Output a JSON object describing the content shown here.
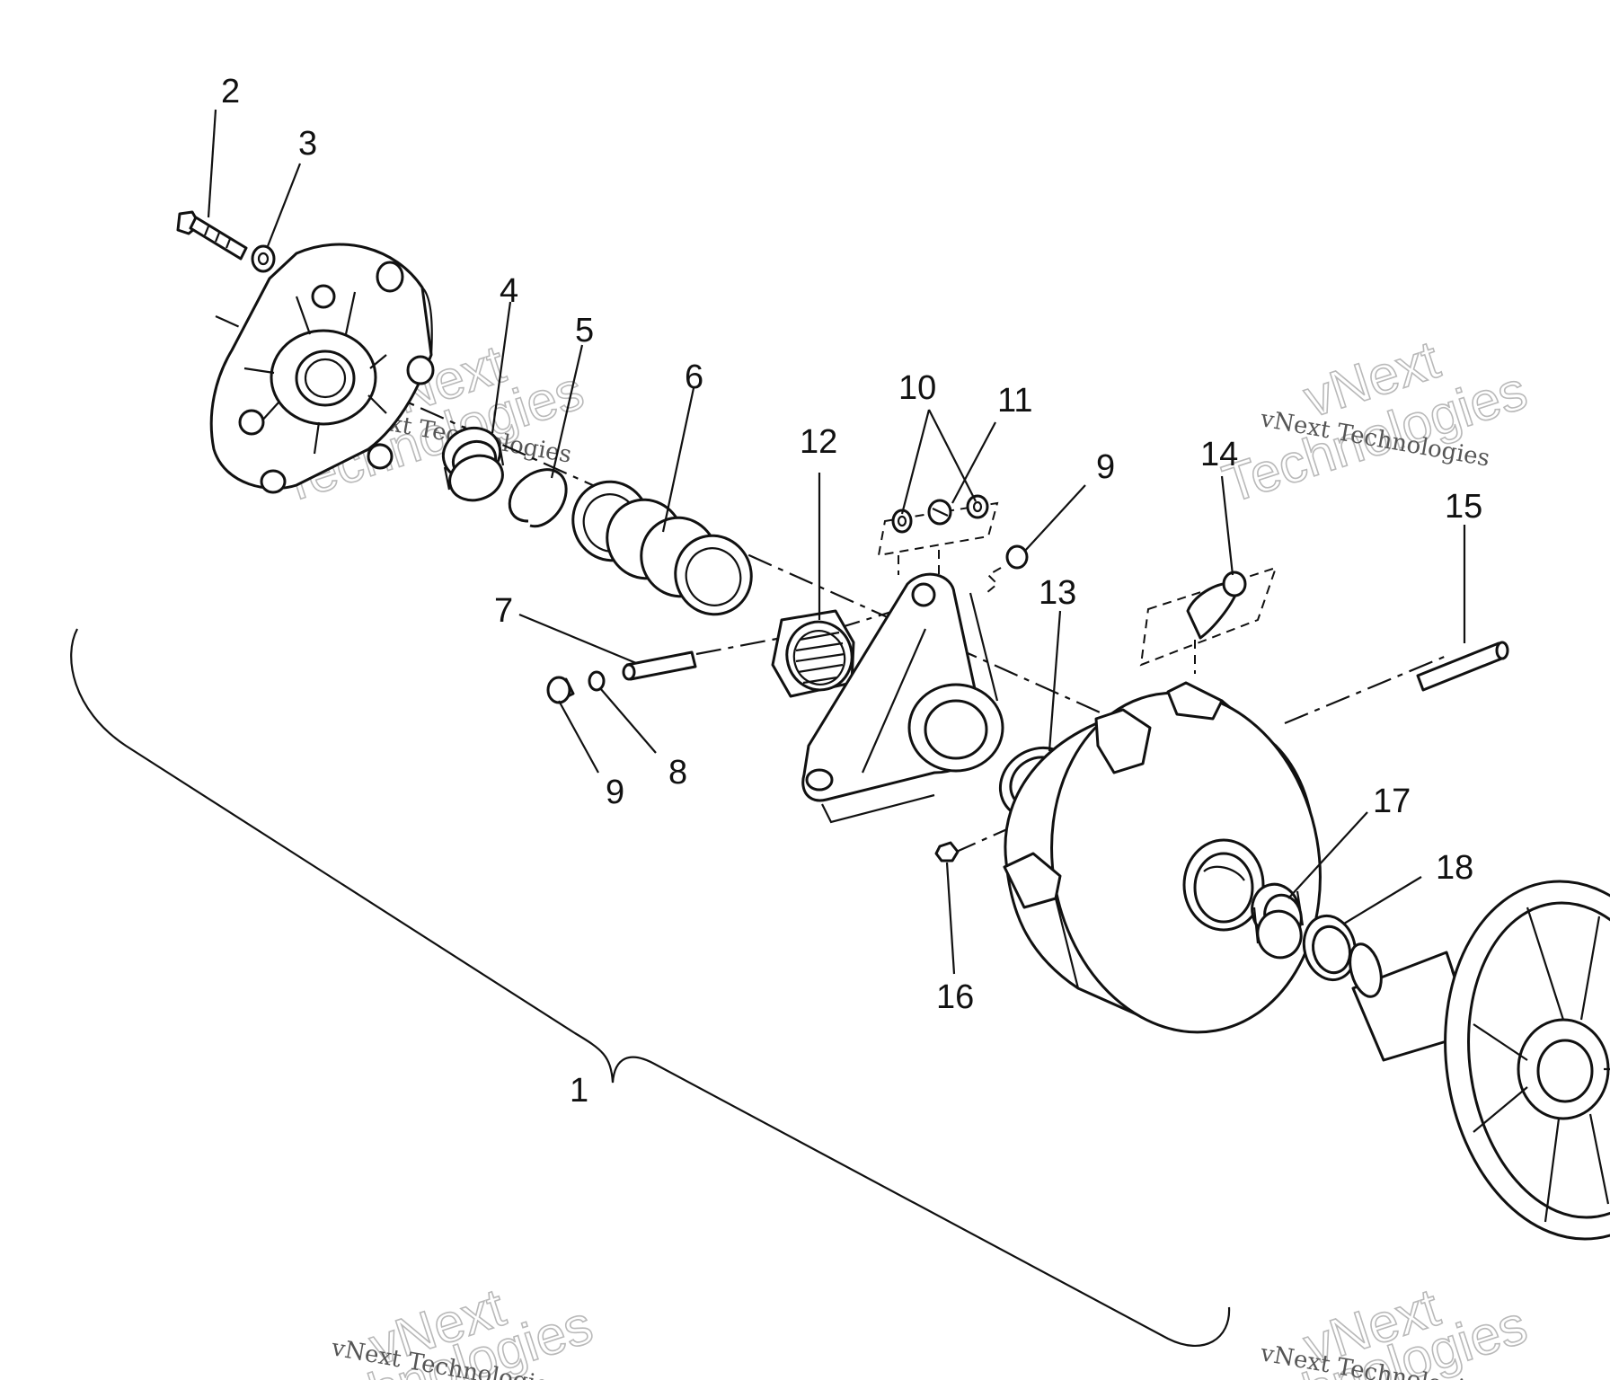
{
  "callouts": [
    {
      "id": "1",
      "label": "1"
    },
    {
      "id": "2",
      "label": "2"
    },
    {
      "id": "3",
      "label": "3"
    },
    {
      "id": "4",
      "label": "4"
    },
    {
      "id": "5",
      "label": "5"
    },
    {
      "id": "6",
      "label": "6"
    },
    {
      "id": "7",
      "label": "7"
    },
    {
      "id": "8",
      "label": "8"
    },
    {
      "id": "9a",
      "label": "9"
    },
    {
      "id": "9b",
      "label": "9"
    },
    {
      "id": "10",
      "label": "10"
    },
    {
      "id": "11",
      "label": "11"
    },
    {
      "id": "12",
      "label": "12"
    },
    {
      "id": "13",
      "label": "13"
    },
    {
      "id": "14",
      "label": "14"
    },
    {
      "id": "15",
      "label": "15"
    },
    {
      "id": "16",
      "label": "16"
    },
    {
      "id": "17",
      "label": "17"
    },
    {
      "id": "18",
      "label": "18"
    }
  ],
  "watermark": {
    "line1": "vNext",
    "line2": "Technologies",
    "full": "vNext Technologies"
  }
}
